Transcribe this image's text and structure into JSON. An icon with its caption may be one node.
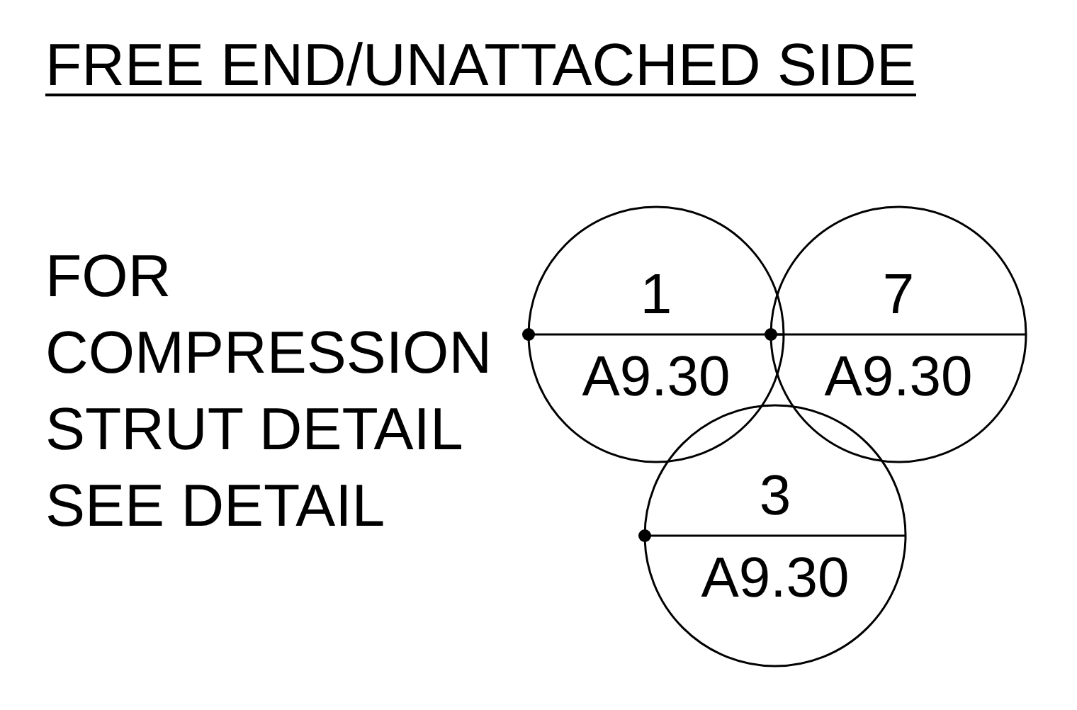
{
  "diagram": {
    "title": "FREE END/UNATTACHED SIDE",
    "nodes": [
      {
        "text": [
          "1",
          "A9.30"
        ]
      },
      {
        "text": [
          "7",
          "A9.30"
        ]
      },
      {
        "text": [
          "3",
          "A9.30"
        ]
      }
    ],
    "edges": [],
    "labels": [
      "FOR COMPRESSION STRUT DETAIL SEE DETAIL"
    ]
  }
}
